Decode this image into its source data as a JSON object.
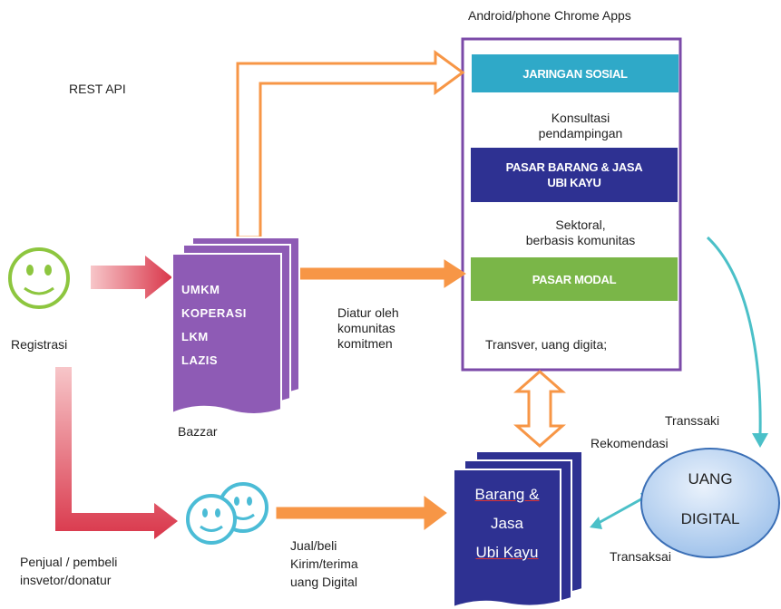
{
  "header": {
    "apps_title": "Android/phone Chrome Apps",
    "rest_api": "REST API"
  },
  "app_panel": {
    "bars": [
      {
        "label": "JARINGAN SOSIAL",
        "color": "#2fa9c8"
      },
      {
        "label": "PASAR BARANG & JASA\nUBI KAYU",
        "color": "#2e3192"
      },
      {
        "label": "PASAR MODAL",
        "color": "#7ab648"
      }
    ],
    "notes": {
      "konsultasi": "Konsultasi\npendampingan",
      "sektoral": "Sektoral,\nberbasis komunitas",
      "transver": "Transver, uang digita;"
    },
    "border_color": "#7b4aa8"
  },
  "registrasi": {
    "label": "Registrasi",
    "face_color": "#8dc63f"
  },
  "bazzar": {
    "items": [
      "UMKM",
      "KOPERASI",
      "LKM",
      "LAZIS"
    ],
    "label": "Bazzar",
    "color": "#8e5bb5"
  },
  "diatur": "Diatur oleh\nkomunitas\nkomitmen",
  "penjual": "Penjual / pembeli\ninsvetor/donatur",
  "jual_beli": "Jual/beli\nKirim/terima\nuang Digital",
  "barang_doc": {
    "lines": [
      "Barang &",
      "Jasa",
      "Ubi Kayu"
    ],
    "color": "#2e3192"
  },
  "uang_digital": {
    "lines": [
      "UANG",
      "DIGITAL"
    ],
    "color": "#b9d3f2"
  },
  "transsaki": "Transsaki",
  "rekomendasi": "Rekomendasi",
  "transaksai": "Transaksai",
  "colors": {
    "orange": "#f79646",
    "red": "#e05560",
    "teal": "#4bc0c8",
    "people": "#4bbcd6"
  }
}
